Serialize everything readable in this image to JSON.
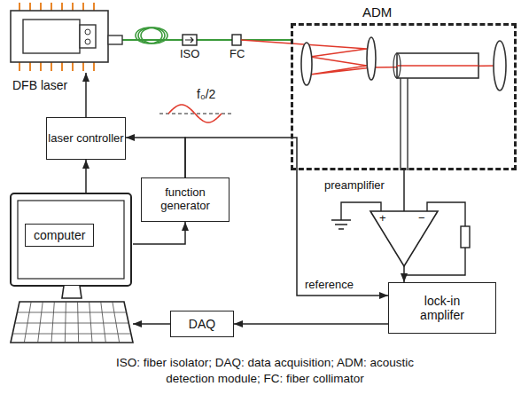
{
  "diagram": {
    "caption": "ISO: fiber isolator; DAQ: data acquisition; ADM: acoustic detection module; FC: fiber collimator",
    "nodes": [
      {
        "text": [
          "DFB laser"
        ]
      },
      {
        "text": [
          "ADM"
        ]
      },
      {
        "text": [
          "laser controller"
        ]
      },
      {
        "text": [
          "function generator"
        ]
      },
      {
        "text": [
          "preamplifier",
          "+",
          "−"
        ]
      },
      {
        "text": [
          "computer"
        ]
      },
      {
        "text": [
          "lock-in amplifer"
        ]
      },
      {
        "text": [
          "DAQ"
        ]
      }
    ],
    "edges": [
      {
        "from": 2,
        "to": 0,
        "arrow": "to"
      },
      {
        "from": 0,
        "to": 1,
        "arrow": "none"
      },
      {
        "from": 5,
        "to": 2,
        "arrow": "to"
      },
      {
        "from": 5,
        "to": 3,
        "arrow": "to"
      },
      {
        "from": 3,
        "to": 2,
        "arrow": "to"
      },
      {
        "from": 3,
        "to": 6,
        "arrow": "to",
        "label": "reference"
      },
      {
        "from": 1,
        "to": 4,
        "arrow": "none"
      },
      {
        "from": 4,
        "to": 6,
        "arrow": "to"
      },
      {
        "from": 6,
        "to": 7,
        "arrow": "to"
      },
      {
        "from": 7,
        "to": 5,
        "arrow": "to"
      }
    ],
    "labels": [
      "ISO",
      "FC",
      "f₀/2"
    ]
  }
}
